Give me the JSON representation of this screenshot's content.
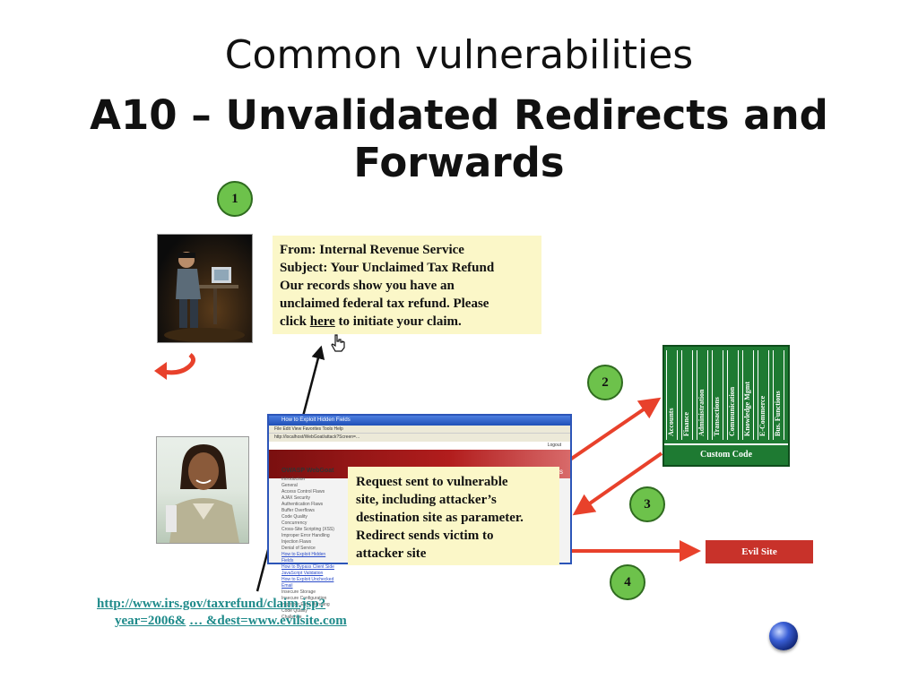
{
  "title": "Common vulnerabilities",
  "subtitle": "A10 – Unvalidated Redirects and Forwards",
  "steps": [
    "1",
    "2",
    "3",
    "4"
  ],
  "email": {
    "from": "From: Internal Revenue Service",
    "subject": "Subject: Your Unclaimed Tax Refund",
    "line1": "Our records show you have an",
    "line2": "unclaimed federal tax refund. Please",
    "line3_before": "click ",
    "link": "here",
    "line3_after": " to initiate your claim."
  },
  "request_note": {
    "line1": "Request sent to vulnerable",
    "line2": "site, including attacker’s",
    "line3": "destination site as parameter.",
    "line4": "Redirect sends victim to",
    "line5": "attacker site"
  },
  "browser": {
    "title": "How to Exploit Hidden Fields",
    "menu": "File  Edit  View  Favorites  Tools  Help",
    "address": "http://localhost/WebGoat/attack?Screen=...",
    "logout": "Logout",
    "banner": "How to Exploit Hidden Fields",
    "brand": "OWASP  WebGoat",
    "nav": [
      "Introduction",
      "General",
      "Access Control Flaws",
      "AJAX Security",
      "Authentication Flaws",
      "Buffer Overflows",
      "Code Quality",
      "Concurrency",
      "Cross-Site Scripting (XSS)",
      "Improper Error Handling",
      "Injection Flaws",
      "Denial of Service"
    ],
    "nav_links": [
      "How to Exploit Hidden Fields",
      "How to Bypass Client Side JavaScript Validation",
      "How to Exploit Unchecked Email"
    ],
    "nav_after": [
      "Insecure Storage",
      "Insecure Configuration",
      "Improper Error Handling",
      "Code Quality",
      "Challenge"
    ]
  },
  "custom_app": {
    "columns": [
      "Accounts",
      "Finance",
      "Administration",
      "Transactions",
      "Communication",
      "Knowledge Mgmt",
      "E-Commerce",
      "Bus. Functions"
    ],
    "base": "Custom Code"
  },
  "evil_site": "Evil Site",
  "url": {
    "line1": "http://www.irs.gov/taxrefund/claim.jsp?",
    "line2a": "year=2006&",
    "line2b": "… &dest=www.evilsite.com"
  },
  "colors": {
    "arrow": "#e8412b",
    "circle": "#6dc24b",
    "note_bg": "#fbf7c8",
    "app_green": "#1e7a32",
    "evil_red": "#c8322a",
    "url_teal": "#1e8a8a"
  }
}
